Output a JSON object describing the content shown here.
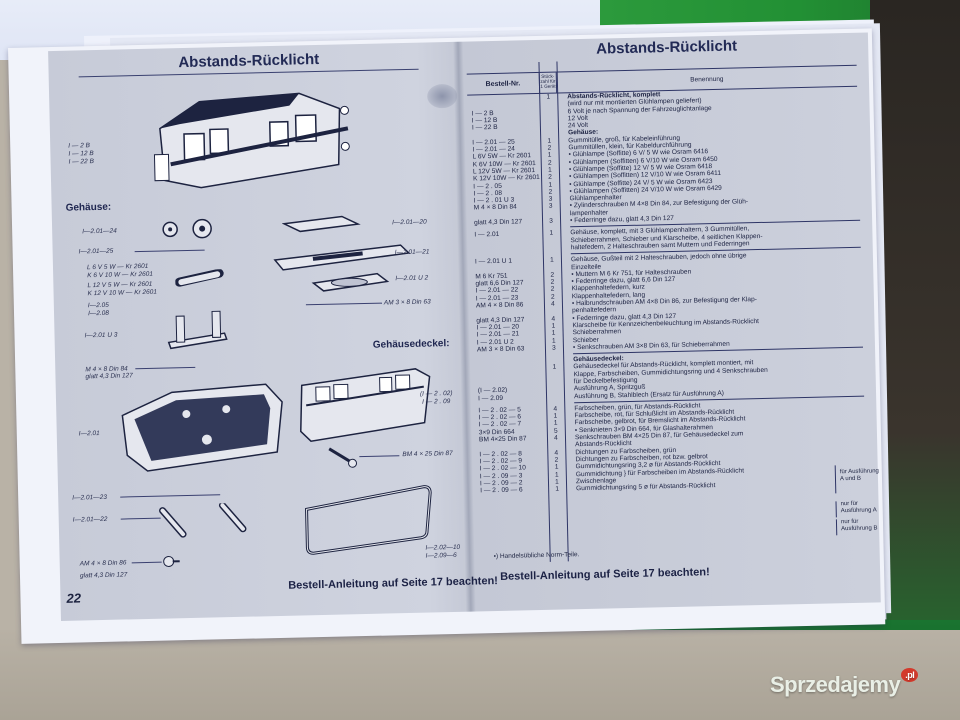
{
  "scene": {
    "watermark": {
      "brand": "Sprzedajemy",
      "tld": ".pl"
    },
    "colors": {
      "folder_green": "#229034",
      "watermark_badge": "#d33a2c",
      "print_ink": "#1d2340",
      "paper": "#cfd3df"
    }
  },
  "left_page": {
    "title": "Abstands-Rücklicht",
    "page_number": "22",
    "footer_note": "Bestell-Anleitung auf Seite 17 beachten!",
    "main_drawing_labels": [
      "I — 2 B",
      "I — 12 B",
      "I — 22 B"
    ],
    "section_housing": "Gehäuse:",
    "section_cover": "Gehäusedeckel:",
    "labels": {
      "grommet_small": "I—2.01—24",
      "grommet_large": "I—2.01—25",
      "bulb_1": "L  6 V   5 W — Kr 2601",
      "bulb_2": "K  6 V  10 W — Kr 2601",
      "bulb_3": "L 12 V   5 W — Kr 2601",
      "bulb_4": "K 12 V  10 W — Kr 2601",
      "holder_1": "I—2.05",
      "holder_2": "I—2.08",
      "bracket": "I—2.01  U 3",
      "screw_m4": "M 4 × 8  Din 84",
      "washer_43": "glatt 4,3  Din 127",
      "housing": "I—2.01",
      "lens_plate": "I—2.01—20",
      "slider_frame": "I—2.01—21",
      "slider": "I—2.01  U 2",
      "screw_am3": "AM 3 × 8  Din 63",
      "cover_1": "(I — 2 . 02)",
      "cover_2": "I — 2 . 09",
      "screw_bm4": "BM 4 × 25  Din 87",
      "spring_long": "I—2.01—23",
      "spring_short": "I—2.01—22",
      "screw_am4": "AM 4 × 8  Din 86",
      "washer_43b": "glatt 4,3  Din 127",
      "gasket_1": "I—2.02—10",
      "gasket_2": "I—2.09—6"
    }
  },
  "right_page": {
    "title": "Abstands-Rücklicht",
    "headers": {
      "part_no": "Bestell-Nr.",
      "qty": "Stück-zahl für 1 Gerät",
      "name": "Benennung"
    },
    "rows": [
      {
        "no": "",
        "qty": "1",
        "name": "Abstands-Rücklicht, komplett",
        "bold_lead": true
      },
      {
        "no": "",
        "qty": "",
        "name": "(wird nur mit montierten Glühlampen geliefert)"
      },
      {
        "no": "I — 2 B",
        "qty": "",
        "name": "6 Volt     je nach Spannung der Fahrzeuglichtanlage"
      },
      {
        "no": "I — 12 B",
        "qty": "",
        "name": "12 Volt"
      },
      {
        "no": "I — 22 B",
        "qty": "",
        "name": "24 Volt"
      },
      {
        "no": "",
        "qty": "",
        "name": "Gehäuse:",
        "bold_lead": true
      },
      {
        "no": "I — 2.01 — 25",
        "qty": "1",
        "name": "Gummitülle, groß, für Kabeleinführung"
      },
      {
        "no": "I — 2.01 — 24",
        "qty": "2",
        "name": "Gummitüllen, klein, für Kabeldurchführung"
      },
      {
        "no": "L  6V  5W — Kr 2601",
        "qty": "1",
        "name": "• Glühlampe  (Soffitte)   6 V/ 5 W  wie Osram 6416"
      },
      {
        "no": "K  6V 10W — Kr 2601",
        "qty": "2",
        "name": "• Glühlampen (Soffitten)  6 V/10 W  wie Osram 6450"
      },
      {
        "no": "L 12V  5W — Kr 2601",
        "qty": "1",
        "name": "• Glühlampe  (Soffitte)  12 V/ 5 W  wie Osram 6418"
      },
      {
        "no": "K 12V 10W — Kr 2601",
        "qty": "2",
        "name": "• Glühlampen (Soffitten) 12 V/10 W  wie Osram 6411"
      },
      {
        "no": "I — 2 . 05",
        "qty": "1",
        "name": "• Glühlampe  (Soffitte)  24 V/ 5 W  wie Osram 6423"
      },
      {
        "no": "I — 2 . 08",
        "qty": "2",
        "name": "• Glühlampen (Soffitten) 24 V/10 W  wie Osram 6429"
      },
      {
        "no": "I — 2 . 01  U 3",
        "qty": "3",
        "name": "Glühlampenhalter"
      },
      {
        "no": "M 4 × 8  Din 84",
        "qty": "3",
        "name": "• Zylinderschrauben  M 4×8  Din 84, zur Befestigung der Glüh-"
      },
      {
        "no": "",
        "qty": "",
        "name": "lampenhalter"
      },
      {
        "no": "glatt 4,3 Din 127",
        "qty": "3",
        "name": "• Federringe dazu, glatt 4,3  Din 127"
      },
      {
        "rule": true
      },
      {
        "no": "I — 2.01",
        "qty": "1",
        "name": "Gehäuse, komplett, mit 3 Glühlampenhaltern, 3 Gummitüllen,",
        "bold_word": "Gehäuse,"
      },
      {
        "no": "",
        "qty": "",
        "name": "Schieberrahmen, Schieber und Klarscheibe, 4 seitlichen Klappen-"
      },
      {
        "no": "",
        "qty": "",
        "name": "haltefedern, 2 Halteschrauben samt Muttern und Federringen"
      },
      {
        "rule": true
      },
      {
        "no": "I — 2.01 U 1",
        "qty": "1",
        "name": "Gehäuse, Gußteil mit 2 Halteschrauben, jedoch ohne übrige"
      },
      {
        "no": "",
        "qty": "",
        "name": "Einzelteile"
      },
      {
        "no": "M 6 Kr 751",
        "qty": "2",
        "name": "• Muttern  M 6  Kr 751, für Halteschrauben"
      },
      {
        "no": "glatt 6,6 Din 127",
        "qty": "2",
        "name": "• Federringe dazu, glatt 6,6  Din 127"
      },
      {
        "no": "I — 2.01 — 22",
        "qty": "2",
        "name": "Klappenhaltefedern, kurz"
      },
      {
        "no": "I — 2.01 — 23",
        "qty": "2",
        "name": "Klappenhaltefedern, lang"
      },
      {
        "no": "AM 4 × 8 Din 86",
        "qty": "4",
        "name": "• Halbrundschrauben  AM 4×8  Din 86, zur Befestigung der Klap-"
      },
      {
        "no": "",
        "qty": "",
        "name": "penhaltefedern"
      },
      {
        "no": "glatt 4,3 Din 127",
        "qty": "4",
        "name": "• Federringe dazu, glatt 4,3  Din 127"
      },
      {
        "no": "I — 2.01 — 20",
        "qty": "1",
        "name": "Klarscheibe für Kennzeichenbeleuchtung im Abstands-Rücklicht"
      },
      {
        "no": "I — 2.01 — 21",
        "qty": "1",
        "name": "Schieberrahmen"
      },
      {
        "no": "I — 2.01 U 2",
        "qty": "1",
        "name": "Schieber"
      },
      {
        "no": "AM 3 × 8 Din 63",
        "qty": "3",
        "name": "• Senkschrauben  AM 3×8  Din 63, für Schieberrahmen"
      },
      {
        "rule": true
      },
      {
        "no": "",
        "qty": "",
        "name": "Gehäusedeckel:",
        "bold_lead": true
      },
      {
        "no": "",
        "qty": "1",
        "name": "Gehäusedeckel für Abstands-Rücklicht, komplett montiert, mit"
      },
      {
        "no": "",
        "qty": "",
        "name": "Klappe, Farbscheiben, Gummidichtungsring und 4 Senkschrauben"
      },
      {
        "no": "",
        "qty": "",
        "name": "für Deckelbefestigung"
      },
      {
        "no": "(I — 2.02)",
        "qty": "",
        "name": "Ausführung A,  Spritzguß"
      },
      {
        "no": "I — 2.09",
        "qty": "",
        "name": "Ausführung B,  Stahlblech (Ersatz für Ausführung A)"
      },
      {
        "rule": true
      },
      {
        "no": "I — 2 . 02 — 5",
        "qty": "4",
        "name": "Farbscheiben, grün, für Abstands-Rücklicht"
      },
      {
        "no": "I — 2 . 02 — 6",
        "qty": "1",
        "name": "Farbscheibe, rot, für Schlußlicht im Abstands-Rücklicht"
      },
      {
        "no": "I — 2 . 02 — 7",
        "qty": "1",
        "name": "Farbscheibe, gelbrot, für Bremslicht im Abstands-Rücklicht"
      },
      {
        "no": "3×9 Din 664",
        "qty": "5",
        "name": "• Senknieten 3×9  Din 664, für Glashalterahmen"
      },
      {
        "no": "BM 4×25 Din 87",
        "qty": "4",
        "name": "Senkschrauben BM 4×25 Din 87, für Gehäusedeckel zum"
      },
      {
        "no": "",
        "qty": "",
        "name": "Abstands-Rücklicht"
      },
      {
        "no": "I — 2 . 02 — 8",
        "qty": "4",
        "name": "Dichtungen zu Farbscheiben, grün"
      },
      {
        "no": "I — 2 . 02 — 9",
        "qty": "2",
        "name": "Dichtungen zu Farbscheiben, rot bzw. gelbrot"
      },
      {
        "no": "I — 2 . 02 — 10",
        "qty": "1",
        "name": "Gummidichtungsring 3,2 ø für Abstands-Rücklicht"
      },
      {
        "no": "I — 2 . 09 — 3",
        "qty": "1",
        "name": "Gummidichtung  }  für Farbscheiben im Abstands-Rücklicht"
      },
      {
        "no": "I — 2 . 09 — 2",
        "qty": "1",
        "name": "Zwischenlage"
      },
      {
        "no": "I — 2 . 09 — 6",
        "qty": "1",
        "name": "Gummidichtungsring 5 ø für Abstands-Rücklicht"
      }
    ],
    "asides": {
      "for_ab": "für Ausführung A und B",
      "only_a": "nur für Ausführung A",
      "only_b": "nur für Ausführung B"
    },
    "footnote": "•) Handelsübliche Norm-Teile.",
    "footer_note": "Bestell-Anleitung auf Seite 17 beachten!"
  }
}
